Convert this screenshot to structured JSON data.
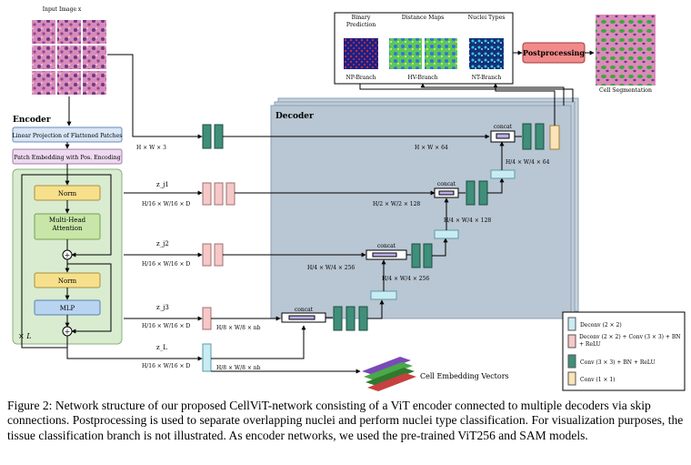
{
  "input_label": "Input Image x",
  "encoder": {
    "title": "Encoder",
    "linear_projection": "Linear Projection of Flattened Patches",
    "patch_embedding": "Patch Embedding with Pos. Encoding",
    "norm1": "Norm",
    "mha": "Multi-Head Attention",
    "norm2": "Norm",
    "mlp": "MLP",
    "repeat": "× L",
    "plus": "+"
  },
  "decoder": {
    "title": "Decoder"
  },
  "skips": [
    {
      "name": "z_j1",
      "dims": "H/16 × W/16 × D"
    },
    {
      "name": "z_j2",
      "dims": "H/16 × W/16 × D"
    },
    {
      "name": "z_j3",
      "dims": "H/16 × W/16 × D"
    },
    {
      "name": "z_L",
      "dims": "H/16 × W/16 × D"
    }
  ],
  "dims": {
    "input_hw3": "H × W × 3",
    "hw64": "H × W × 64",
    "h4w4_64": "H/4 × W/4 × 64",
    "h2w2_128": "H/2 × W/2 × 128",
    "h4w4_128": "H/4 × W/4 × 128",
    "h4w4_256_a": "H/4 × W/4 × 256",
    "h4w4_256_b": "H/4 × W/4 × 256",
    "h8w8_nb_a": "H/8 × W/8 × nb",
    "h8w8_nb_b": "H/8 × W/8 × nb"
  },
  "concat_label": "concat",
  "outputs": {
    "binary": "Binary Prediction",
    "distance": "Distance Maps",
    "nuclei": "Nuclei Types",
    "np_branch": "NP-Branch",
    "hv_branch": "HV-Branch",
    "nt_branch": "NT-Branch"
  },
  "postprocessing": "Postprocessing",
  "cell_segmentation": "Cell Segmentation",
  "cell_embedding": "Cell Embedding Vectors",
  "legend": [
    {
      "label": "Deconv (2 × 2)",
      "color": "#c9ecf2"
    },
    {
      "label": "Deconv (2 × 2) + Conv (3 × 3) + BN + ReLU",
      "color": "#f6c8c8"
    },
    {
      "label": "Conv (3 × 3) + BN + ReLU",
      "color": "#3f8f7a"
    },
    {
      "label": "Conv (1 × 1)",
      "color": "#fae3b6"
    }
  ],
  "colors": {
    "teal": "#3f8f7a",
    "pink": "#f6c8c8",
    "cyan": "#c9ecf2",
    "cream": "#fae3b6",
    "encoder_bg": "#d9ecd0",
    "decoder_bg": "#b9c6d3",
    "norm": "#f7e08c",
    "mha": "#c8e6a8",
    "mlp": "#b8d4f0",
    "linproj": "#d9e6f7",
    "patchemb": "#eedaf0",
    "postproc": "#f28a8a"
  },
  "caption": "Figure 2: Network structure of our proposed CellViT-network consisting of a ViT encoder connected to multiple decoders via skip connections. Postprocessing is used to separate overlapping nuclei and perform nuclei type classification. For visualization purposes, the tissue classification branch is not illustrated. As encoder networks, we used the pre-trained ViT256 and SAM models."
}
